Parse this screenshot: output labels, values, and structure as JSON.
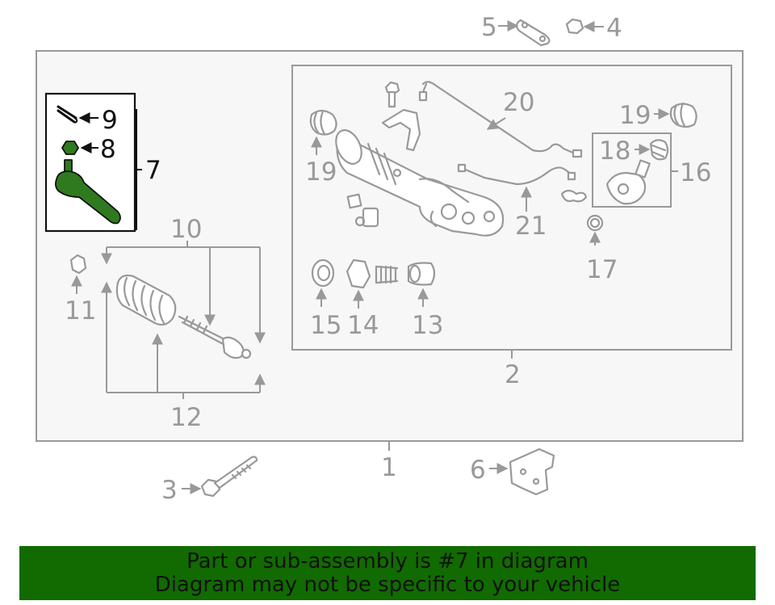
{
  "diagram": {
    "callouts": {
      "c1": "1",
      "c2": "2",
      "c3": "3",
      "c4": "4",
      "c5": "5",
      "c6": "6",
      "c7": "7",
      "c8": "8",
      "c9": "9",
      "c10": "10",
      "c11": "11",
      "c12": "12",
      "c13": "13",
      "c14": "14",
      "c15": "15",
      "c16": "16",
      "c17": "17",
      "c18": "18",
      "c19a": "19",
      "c19b": "19",
      "c20": "20",
      "c21": "21"
    },
    "highlighted_part": "7",
    "highlight_color": "#2f7a1f"
  },
  "banner": {
    "line1": "Part or sub-assembly is #7 in diagram",
    "line2": "Diagram may not be specific to your vehicle",
    "background": "#116b00"
  }
}
